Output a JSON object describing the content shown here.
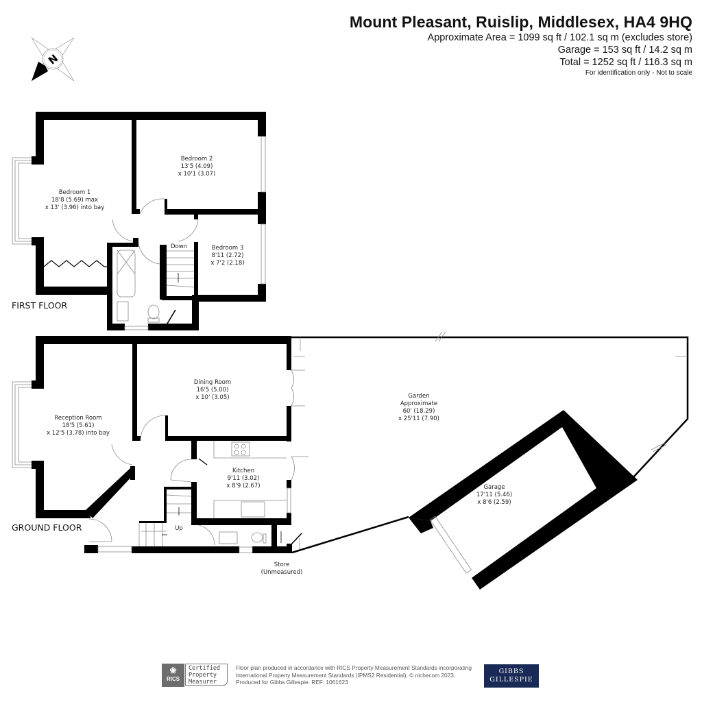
{
  "header": {
    "title": "Mount Pleasant, Ruislip, Middlesex, HA4 9HQ",
    "area": "Approximate Area = 1099 sq ft / 102.1 sq m (excludes store)",
    "garage": "Garage = 153 sq ft / 14.2 sq m",
    "total": "Total = 1252 sq ft / 116.3 sq m",
    "note": "For identification only - Not to scale"
  },
  "compass": {
    "icon": "compass-north-icon",
    "label": "N"
  },
  "floors": {
    "first": {
      "label": "FIRST FLOOR",
      "rooms": [
        {
          "name": "Bedroom 1",
          "dim1": "18'8 (5.69) max",
          "dim2": "x 13' (3.96) into bay"
        },
        {
          "name": "Bedroom 2",
          "dim1": "13'5 (4.09)",
          "dim2": "x 10'1 (3.07)"
        },
        {
          "name": "Bedroom 3",
          "dim1": "8'11 (2.72)",
          "dim2": "x 7'2 (2.18)"
        }
      ],
      "stairs_label": "Down"
    },
    "ground": {
      "label": "GROUND FLOOR",
      "rooms": [
        {
          "name": "Reception Room",
          "dim1": "18'5 (5.61)",
          "dim2": "x 12'5 (3.78) into bay"
        },
        {
          "name": "Dining Room",
          "dim1": "16'5 (5.00)",
          "dim2": "x 10' (3.05)"
        },
        {
          "name": "Kitchen",
          "dim1": "9'11 (3.02)",
          "dim2": "x 8'9 (2.67)"
        },
        {
          "name": "Garden",
          "dim0": "Approximate",
          "dim1": "60' (18.29)",
          "dim2": "x 25'11 (7.90)"
        },
        {
          "name": "Garage",
          "dim1": "17'11 (5.46)",
          "dim2": "x 8'6 (2.59)"
        }
      ],
      "stairs_label": "Up",
      "store": {
        "name": "Store",
        "note": "(Unmeasured)"
      }
    }
  },
  "footer": {
    "rics_logo": "RICS",
    "rics_badge": [
      "Certified",
      "Property",
      "Measurer"
    ],
    "text": [
      "Floor plan produced in accordance with RICS Property Measurement Standards incorporating",
      "International Property Measurement Standards (IPMS2 Residential).   © nichecom 2023.",
      "Produced for Gibbs Gillespie.   REF: 1061623"
    ],
    "agent_logo": [
      "GIBBS",
      "GILLESPIE"
    ]
  }
}
